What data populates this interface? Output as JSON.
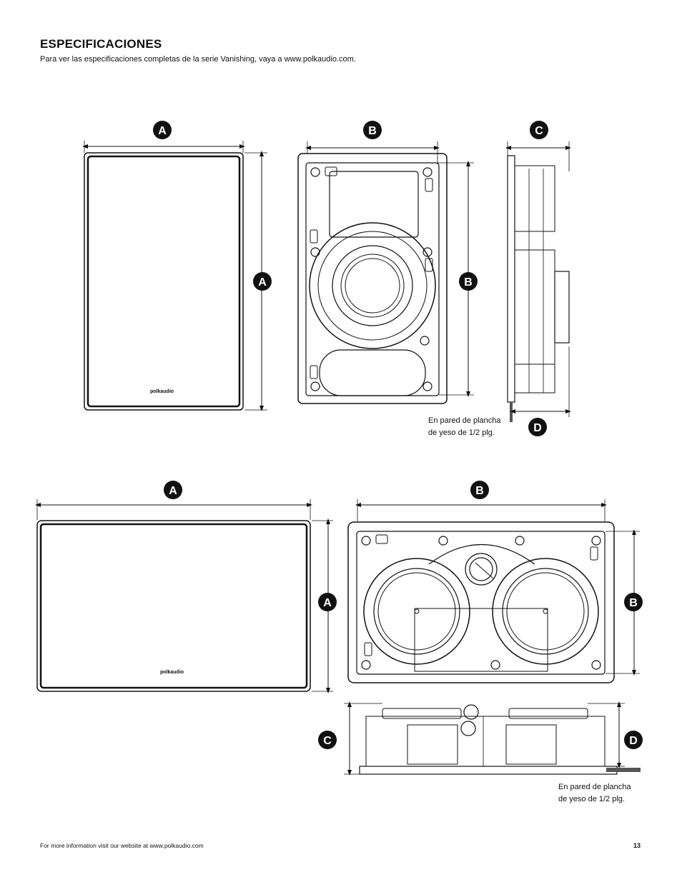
{
  "header": {
    "title": "ESPECIFICACIONES",
    "intro": "Para ver las especificaciones completas de la serie Vanishing, vaya a www.polkaudio.com."
  },
  "dimension_labels": {
    "a": "A",
    "b": "B",
    "c": "C",
    "d": "D"
  },
  "brand": {
    "logo_text": "polkaudio"
  },
  "notes": {
    "drywall_line1": "En pared de plancha",
    "drywall_line2": "de yeso de 1/2 plg."
  },
  "footer": {
    "website_text": "For more information visit our website at www.polkaudio.com",
    "page_number": "13"
  }
}
